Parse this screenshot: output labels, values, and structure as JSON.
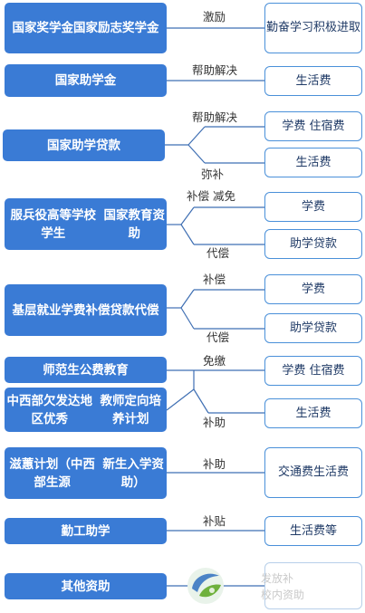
{
  "colors": {
    "primary": "#3a7bd5",
    "border": "#4a90d9",
    "line": "#3f6fb3"
  },
  "left": [
    [
      "国家奖学金",
      "国家励志奖学金"
    ],
    [
      "国家助学金"
    ],
    [
      "国家助学贷款"
    ],
    [
      "服兵役高等学校学生",
      "国家教育资助"
    ],
    [
      "基层就业学费补偿",
      "贷款代偿"
    ],
    [
      "师范生公费教育"
    ],
    [
      "中西部欠发达地区优秀",
      "教师定向培养计划"
    ],
    [
      "滋蕙计划（中西部生源",
      "新生入学资助）"
    ],
    [
      "勤工助学"
    ],
    [
      "其他资助"
    ]
  ],
  "right": [
    [
      "勤奋学习",
      "积极进取"
    ],
    [
      "生活费"
    ],
    [
      "学费  住宿费"
    ],
    [
      "生活费"
    ],
    [
      "学费"
    ],
    [
      "助学贷款"
    ],
    [
      "学费"
    ],
    [
      "助学贷款"
    ],
    [
      "学费  住宿费"
    ],
    [
      "生活费"
    ],
    [
      "交通费",
      "生活费"
    ],
    [
      "生活费等"
    ],
    [
      "发放补",
      "校内资助"
    ]
  ],
  "edges": [
    "激励",
    "帮助解决",
    "帮助解决",
    "弥补",
    "补偿  减免",
    "代偿",
    "补偿",
    "代偿",
    "免缴",
    "补助",
    "补助",
    "补贴"
  ],
  "watermark_text": [
    "发放补",
    "校内资助"
  ]
}
